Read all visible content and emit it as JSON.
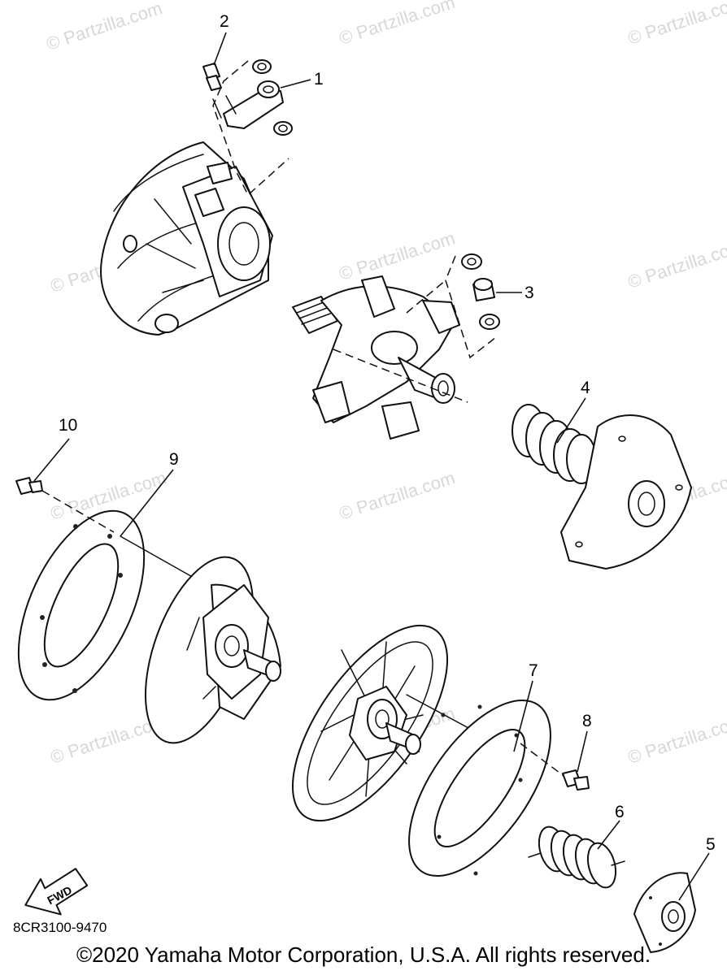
{
  "watermark": "© Partzilla.com",
  "callouts": [
    "1",
    "2",
    "3",
    "4",
    "5",
    "6",
    "7",
    "8",
    "9",
    "10"
  ],
  "fwd_label": "FWD",
  "diagram_code": "8CR3100-9470",
  "copyright": "©2020 Yamaha Motor Corporation, U.S.A. All rights reserved."
}
